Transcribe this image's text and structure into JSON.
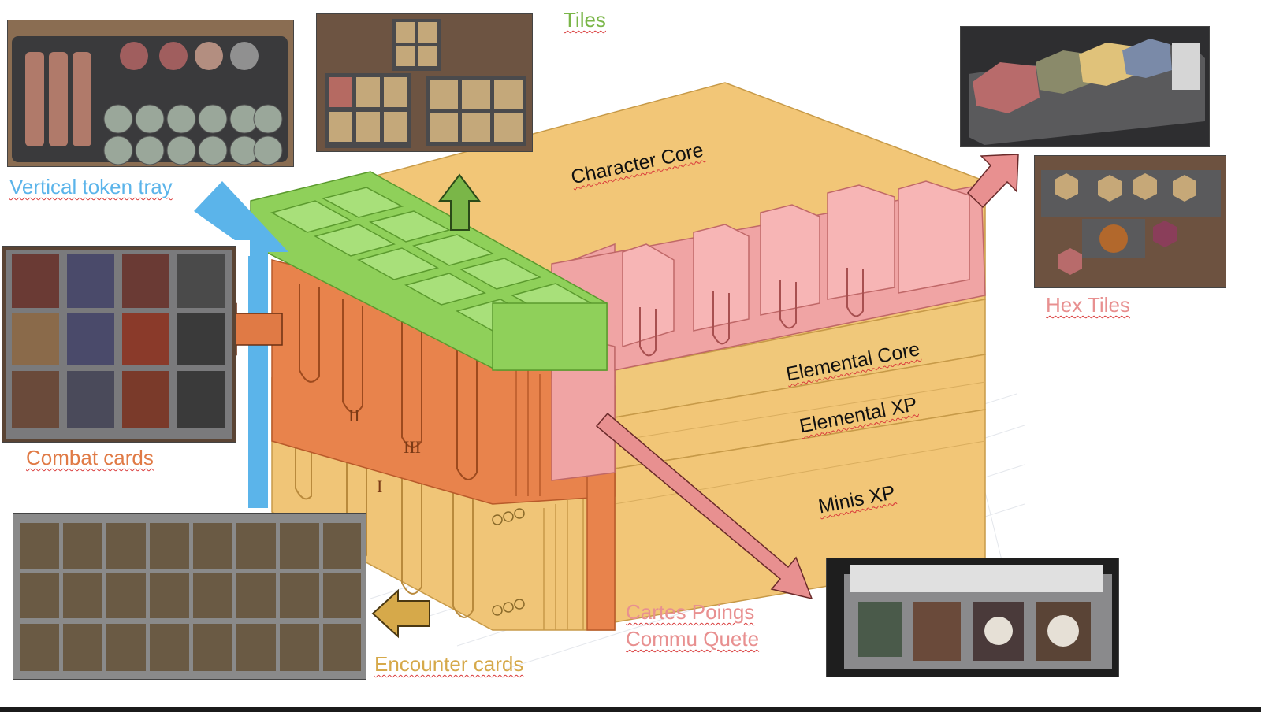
{
  "labels": {
    "tiles": "Tiles",
    "vertical_token_tray": "Vertical token tray",
    "combat_cards": "Combat cards",
    "encounter_cards": "Encounter cards",
    "hex_tiles": "Hex Tiles",
    "cartes_line1": "Cartes Poings",
    "cartes_line2": "Commu Quete",
    "character_core": "Character Core",
    "elemental_core": "Elemental Core",
    "elemental_xp": "Elemental XP",
    "minis_xp": "Minis XP"
  },
  "card_numerals": [
    "I",
    "II",
    "III"
  ],
  "colors": {
    "tiles_green": "#7ab648",
    "token_blue": "#5bb4ea",
    "combat_orange": "#e07a45",
    "encounter_gold": "#d6a94a",
    "hex_pink": "#e89090",
    "box_yellow": "#f2c677",
    "box_pink": "#f0a4a4",
    "box_green": "#8fd05a",
    "box_orange": "#e8834c"
  }
}
